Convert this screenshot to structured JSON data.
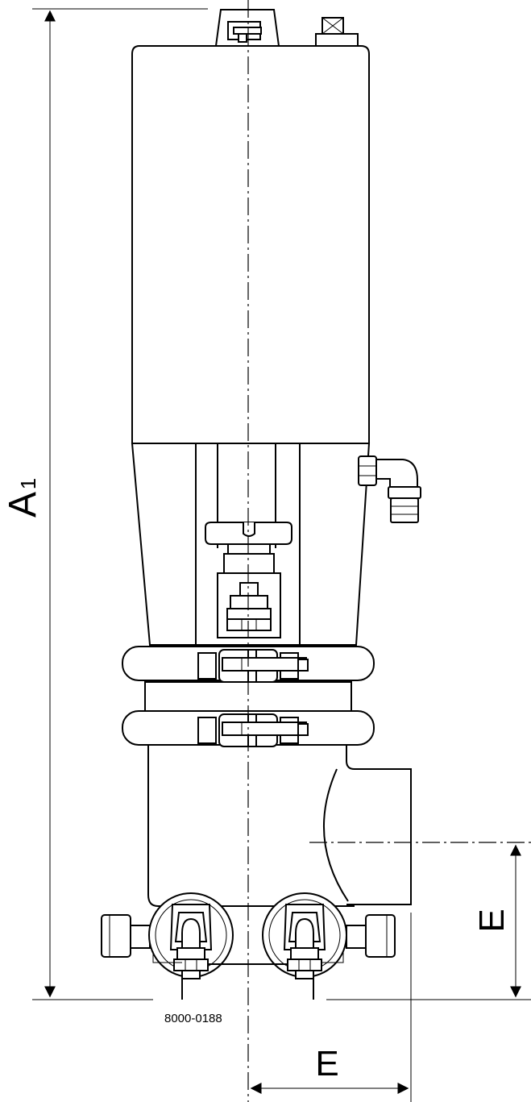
{
  "labels": {
    "height_dimension": "A",
    "height_subscript": "1",
    "offset_dimension_vertical": "E",
    "offset_dimension_horizontal": "E",
    "drawing_number": "8000-0188"
  }
}
